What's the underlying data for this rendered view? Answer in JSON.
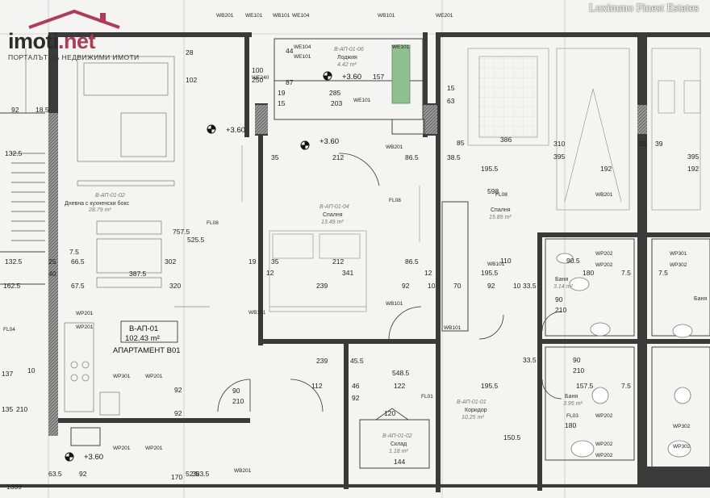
{
  "brand": {
    "logo_text": "imoti",
    "logo_tld": ".net",
    "slogan": "ПОРТАЛЪТ ЗА НЕДВИЖИМИ ИМОТИ",
    "watermark": "Luximmo Finest Estates",
    "accent_color": "#b23a55"
  },
  "apartment": {
    "code": "В-АП-01",
    "area": "102.43 m²",
    "name": "АПАРТАМЕНТ В01"
  },
  "levels": [
    "+3.60",
    "+3.60",
    "+3.60",
    "+3.60"
  ],
  "rooms": {
    "living": {
      "code": "В-АП-01-02",
      "name": "Дневна с кухненски бокс",
      "area": "28.79 m²"
    },
    "loggia": {
      "code": "В-АП-01-06",
      "name": "Лоджия",
      "area": "4.42 m²"
    },
    "bedroom1": {
      "code": "В-АП-01-04",
      "name": "Спалня",
      "area": "13.49 m²"
    },
    "bedroom2": {
      "name": "Спалня",
      "area": "15.89 m²"
    },
    "bath1": {
      "name": "Баня",
      "area": "3.14 m²"
    },
    "bath2": {
      "name": "Баня",
      "area": "3.95 m²"
    },
    "bath3": {
      "name": "Баня"
    },
    "corridor": {
      "code": "В-АП-01-01",
      "name": "Коридор",
      "area": "10.25 m²"
    },
    "storage": {
      "code": "В-АП-01-02",
      "name": "Склад",
      "area": "1.18 m²"
    }
  },
  "wall_tags": {
    "wb201": "WB201",
    "wb101": "WB101",
    "we101": "WE101",
    "we104": "WE104",
    "we201": "WE201",
    "wp201": "WP201",
    "wp202": "WP202",
    "wp301": "WP301",
    "wp302": "WP302",
    "fl08": "FL08",
    "fl01": "FL01",
    "fl03": "FL03",
    "fl04": "FL04",
    "we240": "WE240"
  },
  "dimensions": {
    "d92": "92",
    "d185": "18.5",
    "d1325": "132.5",
    "d1625": "162.5",
    "d75": "7.5",
    "d665": "66.5",
    "d675": "67.5",
    "d25": "25",
    "d40": "40",
    "d302": "302",
    "d3875": "387.5",
    "d320": "320",
    "d7575": "757.5",
    "d5255": "525.5",
    "d102": "102",
    "d28": "28",
    "d35": "35",
    "d212": "212",
    "d865": "86.5",
    "d19": "19",
    "d12": "12",
    "d341": "341",
    "d239": "239",
    "d70": "70",
    "d10": "10",
    "d455": "45.5",
    "d5485": "548.5",
    "d1955": "195.5",
    "d385": "38.5",
    "d310": "310",
    "d395": "395",
    "d192": "192",
    "d39": "39",
    "d386": "386",
    "d598": "598",
    "d110": "110",
    "d335": "33.5",
    "d90": "90",
    "d210": "210",
    "d180": "180",
    "d1575": "157.5",
    "d112": "112",
    "d46": "46",
    "d122": "122",
    "d144": "144",
    "d1505": "150.5",
    "d120": "120",
    "d100": "100",
    "d250": "250",
    "d285": "285",
    "d203": "203",
    "d157": "157",
    "d15": "15",
    "d63": "63",
    "d87": "87",
    "d44": "44",
    "d170": "170",
    "d525": "52.5",
    "d3835": "383.5",
    "d635": "63.5",
    "d1339": "1339",
    "d137": "137",
    "d135": "135",
    "d85": "85",
    "d905": "90.5"
  },
  "icons": [
    "house-roof-icon",
    "level-marker-icon",
    "door-swing-icon"
  ]
}
